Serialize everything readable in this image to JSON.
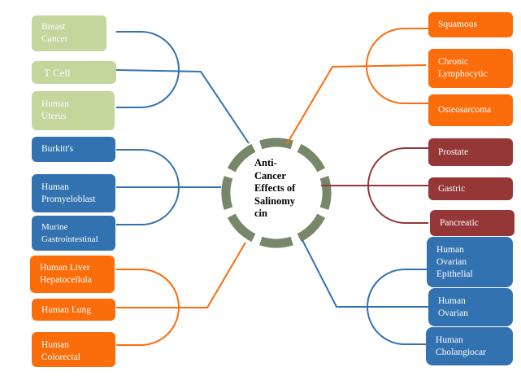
{
  "diagram": {
    "center": {
      "lines": [
        "Anti-",
        "Cancer",
        "Effects of",
        "Salinomy",
        "cin"
      ],
      "ring_color": "#77876a",
      "ring_segments": 8
    },
    "colors": {
      "green": "#c3d69b",
      "blue": "#3272b1",
      "orange": "#fb6c0a",
      "red": "#943736",
      "text": "#ffffff"
    },
    "groups": [
      {
        "id": "left-top",
        "color": "blue",
        "box_color": "green",
        "nodes": [
          {
            "lines": [
              "Breast",
              "Cancer"
            ]
          },
          {
            "lines": [
              "T Cell"
            ]
          },
          {
            "lines": [
              "Human",
              "Uterus"
            ]
          }
        ]
      },
      {
        "id": "left-middle",
        "color": "blue",
        "box_color": "blue",
        "nodes": [
          {
            "lines": [
              "Burkitt's"
            ]
          },
          {
            "lines": [
              "Human",
              "Promyeloblast"
            ]
          },
          {
            "lines": [
              "Murine",
              "Gastrointestinal"
            ]
          }
        ]
      },
      {
        "id": "left-bottom",
        "color": "orange",
        "box_color": "orange",
        "nodes": [
          {
            "lines": [
              "Human Liver",
              "Hepatocellula"
            ]
          },
          {
            "lines": [
              "Human Lung"
            ]
          },
          {
            "lines": [
              "Human",
              "Colorectal"
            ]
          }
        ]
      },
      {
        "id": "right-top",
        "color": "orange",
        "box_color": "orange",
        "nodes": [
          {
            "lines": [
              "Squamous"
            ]
          },
          {
            "lines": [
              "Chronic",
              "Lymphocytic"
            ]
          },
          {
            "lines": [
              "Osteosarcoma"
            ]
          }
        ]
      },
      {
        "id": "right-middle",
        "color": "red",
        "box_color": "red",
        "nodes": [
          {
            "lines": [
              "Prostate"
            ]
          },
          {
            "lines": [
              "Gastric"
            ]
          },
          {
            "lines": [
              "Pancreatic"
            ]
          }
        ]
      },
      {
        "id": "right-bottom",
        "color": "blue",
        "box_color": "blue",
        "nodes": [
          {
            "lines": [
              "Human",
              "Ovarian",
              "Epithelial"
            ]
          },
          {
            "lines": [
              "Human",
              "Ovarian"
            ]
          },
          {
            "lines": [
              "Human",
              "Cholangiocar"
            ]
          }
        ]
      }
    ]
  }
}
